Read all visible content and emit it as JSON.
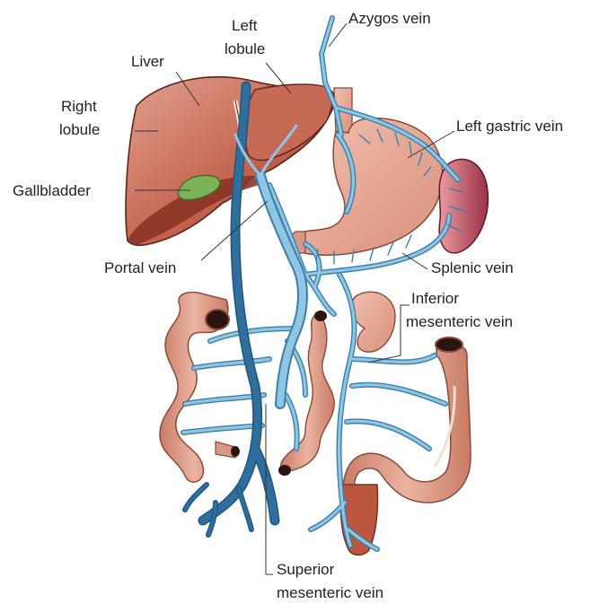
{
  "labels": {
    "azygos": "Azygos vein",
    "left_lobule_1": "Left",
    "left_lobule_2": "lobule",
    "liver": "Liver",
    "right_lobule_1": "Right",
    "right_lobule_2": "lobule",
    "left_gastric": "Left gastric vein",
    "gallbladder": "Gallbladder",
    "portal": "Portal vein",
    "splenic": "Splenic vein",
    "inferior_1": "Inferior",
    "inferior_2": "mesenteric vein",
    "superior_1": "Superior",
    "superior_2": "mesenteric vein"
  },
  "colors": {
    "vein_dark": "#2f6f9c",
    "vein_light": "#8fc6e4",
    "vein_outline": "#3a7fab",
    "liver": "#c05e4a",
    "liver_dark": "#8a3426",
    "organ_pink": "#e0a08a",
    "spleen": "#a83a52",
    "gallbladder": "#7cb356"
  }
}
